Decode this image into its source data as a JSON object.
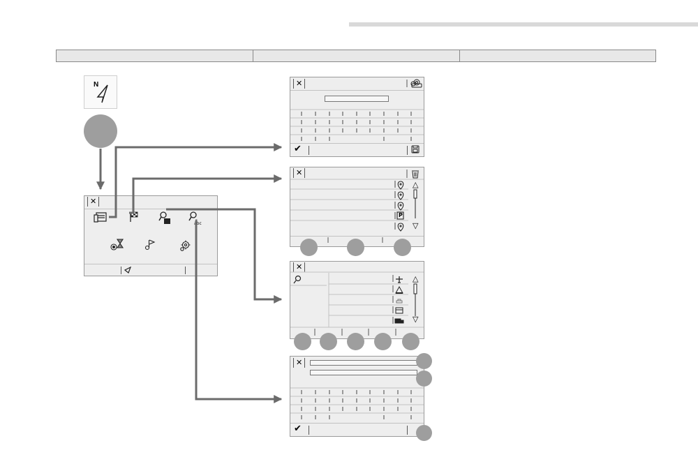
{
  "compass": {
    "label": "N"
  },
  "menu": {
    "close_glyph": "✕",
    "icons": [
      "navigation-list-icon",
      "checkered-flag-icon",
      "search-poi-icon",
      "search-abc-icon",
      "settings-hourglass-icon",
      "audio-flag-icon",
      "gear-icon"
    ],
    "search_abc_label": "abc"
  },
  "screens": {
    "destination": {
      "close_glyph": "✕",
      "confirm_glyph": "✔"
    },
    "list": {
      "close_glyph": "✕",
      "up_glyph": "△",
      "down_glyph": "▽",
      "parking_glyph": "P"
    },
    "poi": {
      "close_glyph": "✕",
      "up_glyph": "△",
      "down_glyph": "▽"
    },
    "address": {
      "close_glyph": "✕",
      "confirm_glyph": "✔"
    }
  },
  "colors": {
    "arrow": "#6b6b6b",
    "panel": "#eeeeee",
    "circle": "#9e9e9e",
    "border": "#9a9a9a"
  }
}
